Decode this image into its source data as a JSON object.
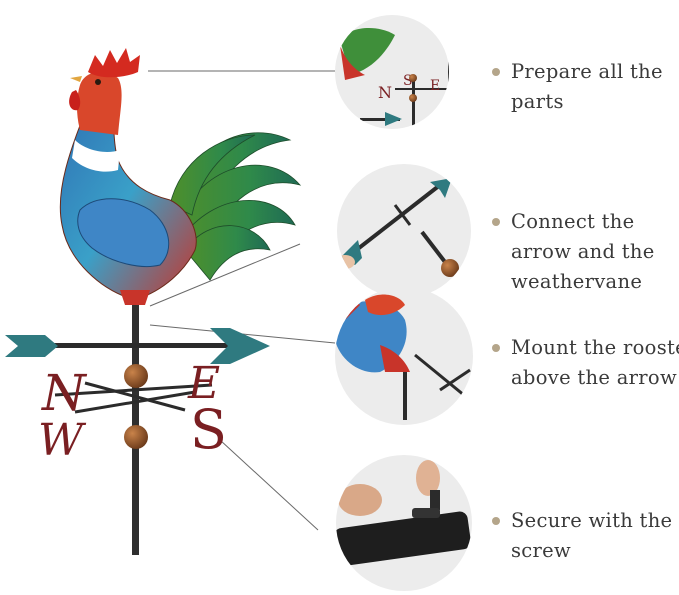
{
  "steps": [
    {
      "text": "Prepare all the parts"
    },
    {
      "text": "Connect the arrow and the weathervane"
    },
    {
      "text": "Mount the rooster above the arrow"
    },
    {
      "text": "Secure with the screw"
    }
  ],
  "compass": {
    "north": "N",
    "west": "W",
    "east": "E",
    "south": "S"
  },
  "colors": {
    "bullet": "#b4a58a",
    "text": "#3a3a3a",
    "circle": "#ececec",
    "pole": "#2f2f2f",
    "letters": "#7a1f22",
    "arrow": "#2f7a80"
  },
  "icons": [
    "rooster-weathervane",
    "detail-parts-photo",
    "detail-arrow-photo",
    "detail-rooster-photo",
    "detail-screw-photo"
  ]
}
